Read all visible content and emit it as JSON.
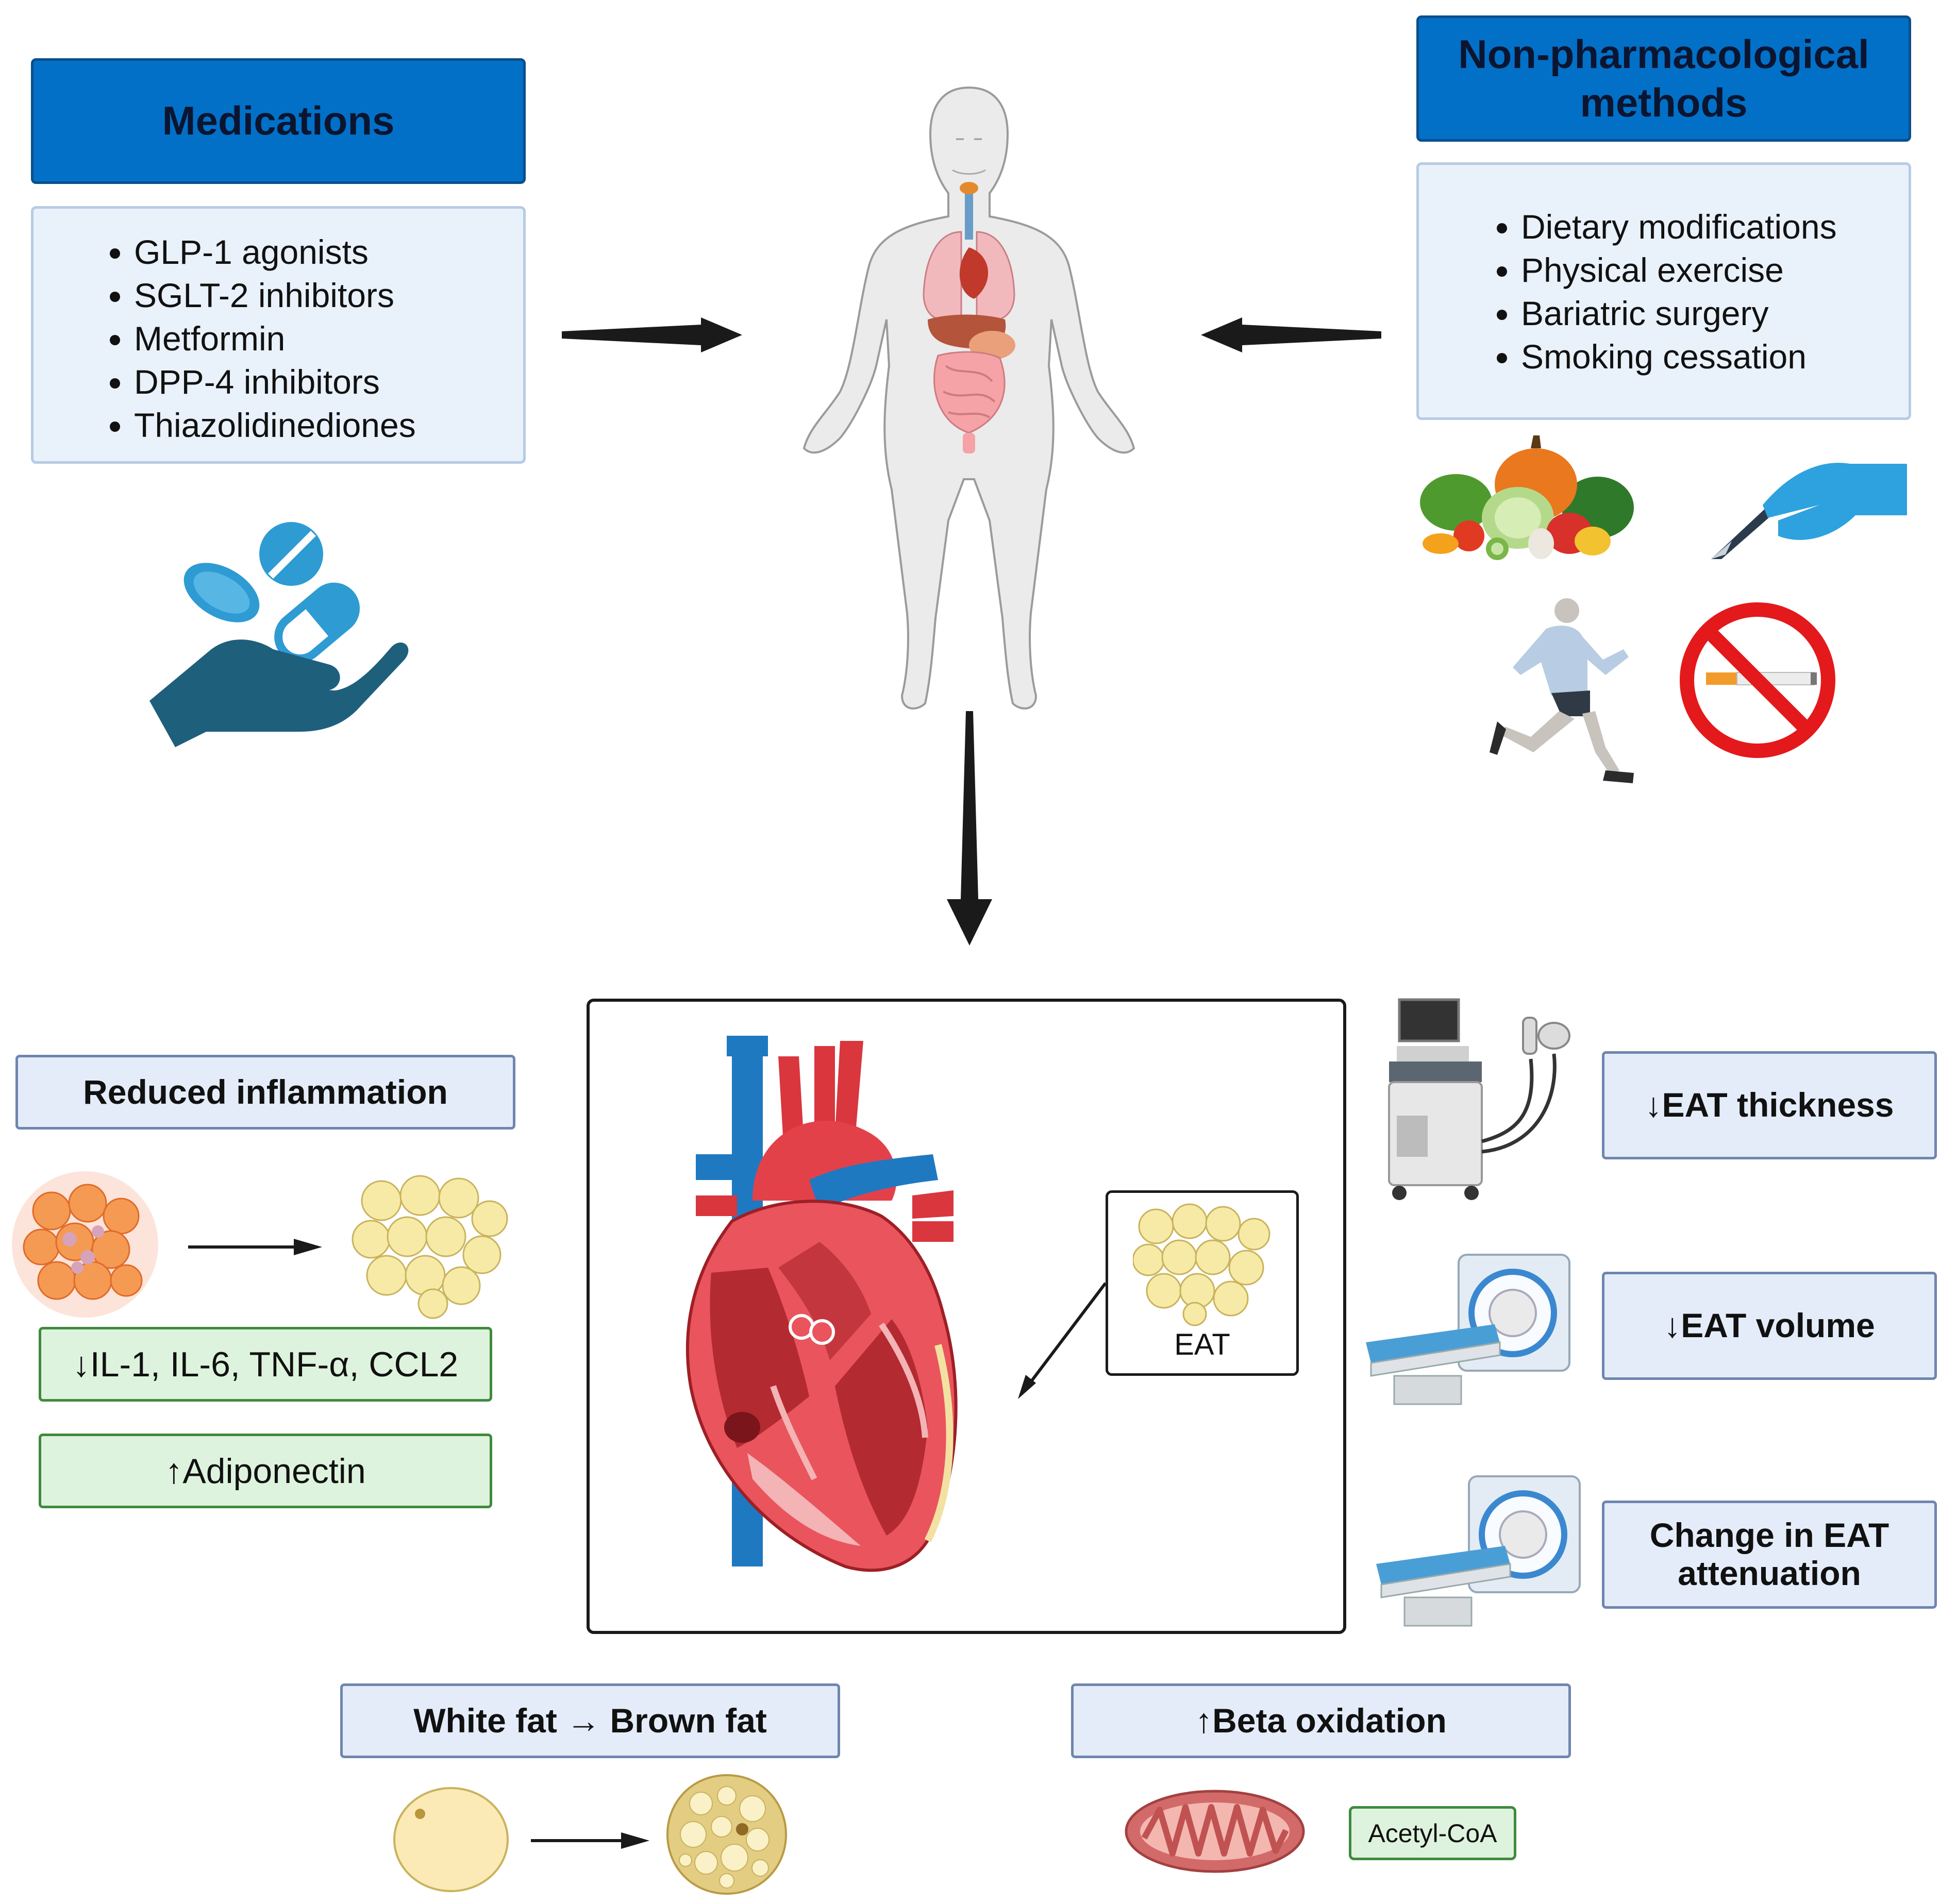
{
  "medications": {
    "title": "Medications",
    "items": [
      "GLP-1  agonists",
      "SGLT-2 inhibitors",
      "Metformin",
      "DPP-4 inhibitors",
      "Thiazolidinediones"
    ]
  },
  "non_pharma": {
    "title_line1": "Non-pharmacological",
    "title_line2": "methods",
    "items": [
      "Dietary modifications",
      "Physical exercise",
      "Bariatric surgery",
      "Smoking cessation"
    ]
  },
  "inflammation": {
    "title": "Reduced inflammation",
    "cytokines": "↓IL-1, IL-6, TNF-α, CCL2",
    "adiponectin": "↑Adiponectin"
  },
  "heart_panel": {
    "eat_label": "EAT"
  },
  "measures": {
    "thickness": "↓EAT thickness",
    "volume": "↓EAT volume",
    "attenuation_line1": "Change in EAT",
    "attenuation_line2": "attenuation"
  },
  "browning": {
    "label": "White fat → Brown fat"
  },
  "beta_oxidation": {
    "label": "↑Beta oxidation",
    "acetyl": "Acetyl-CoA"
  },
  "colors": {
    "header_blue": "#0270c7",
    "list_bg": "#e9f1fb",
    "label_blue_bg": "#e4ecfa",
    "label_green_bg": "#def3dd",
    "arrow": "#1a1a1a"
  },
  "icons": [
    "pills-in-hand-icon",
    "human-body-organs-icon",
    "vegetables-icon",
    "scalpel-hand-icon",
    "runner-icon",
    "no-smoking-icon",
    "heart-cross-section-icon",
    "ultrasound-machine-icon",
    "ct-scanner-icon",
    "mri-scanner-icon",
    "fat-cells-icon",
    "mitochondrion-icon"
  ]
}
